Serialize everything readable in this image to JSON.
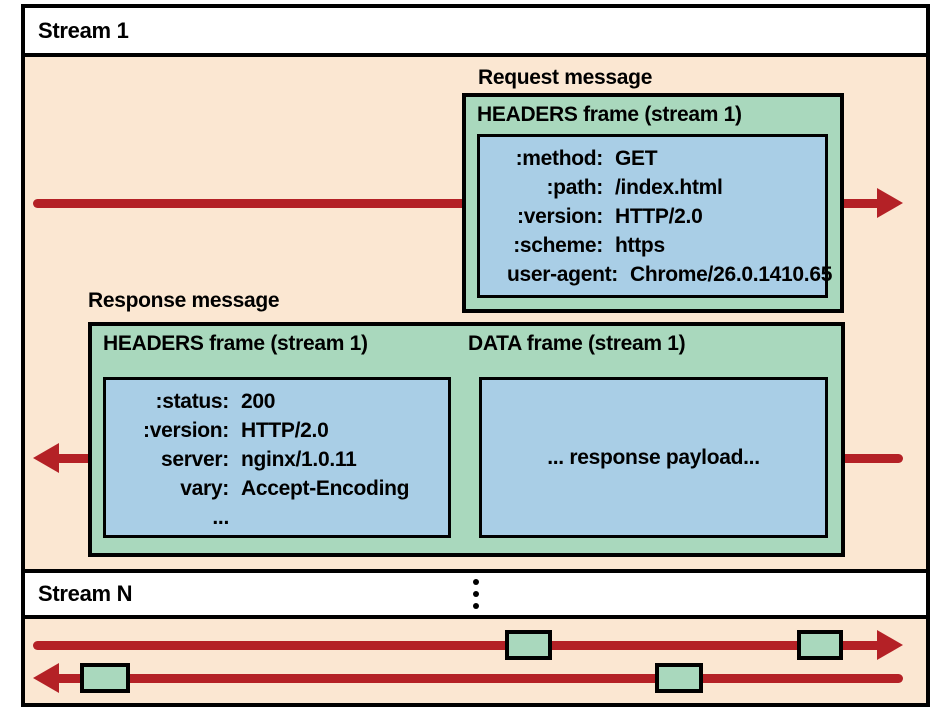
{
  "colors": {
    "peach": "#fbe7d2",
    "green": "#a9d8bd",
    "blue": "#a9cee6",
    "red": "#b42126",
    "outline": "#000000",
    "white": "#ffffff"
  },
  "stream1": {
    "label": "Stream 1",
    "request": {
      "message_label": "Request message",
      "frame_title": "HEADERS frame (stream 1)",
      "headers": [
        {
          "key": ":method:",
          "value": "GET"
        },
        {
          "key": ":path:",
          "value": "/index.html"
        },
        {
          "key": ":version:",
          "value": "HTTP/2.0"
        },
        {
          "key": ":scheme:",
          "value": "https"
        },
        {
          "key": "user-agent:",
          "value": "Chrome/26.0.1410.65"
        }
      ]
    },
    "response": {
      "message_label": "Response message",
      "headers_frame_title": "HEADERS frame (stream 1)",
      "data_frame_title": "DATA frame (stream 1)",
      "headers": [
        {
          "key": ":status:",
          "value": "200"
        },
        {
          "key": ":version:",
          "value": "HTTP/2.0"
        },
        {
          "key": "server:",
          "value": "nginx/1.0.11"
        },
        {
          "key": "vary:",
          "value": "Accept-Encoding"
        },
        {
          "key": "...",
          "value": ""
        }
      ],
      "data_payload": "... response payload..."
    }
  },
  "streamN": {
    "label": "Stream N",
    "ellipsis_icon": "vertical-ellipsis"
  }
}
